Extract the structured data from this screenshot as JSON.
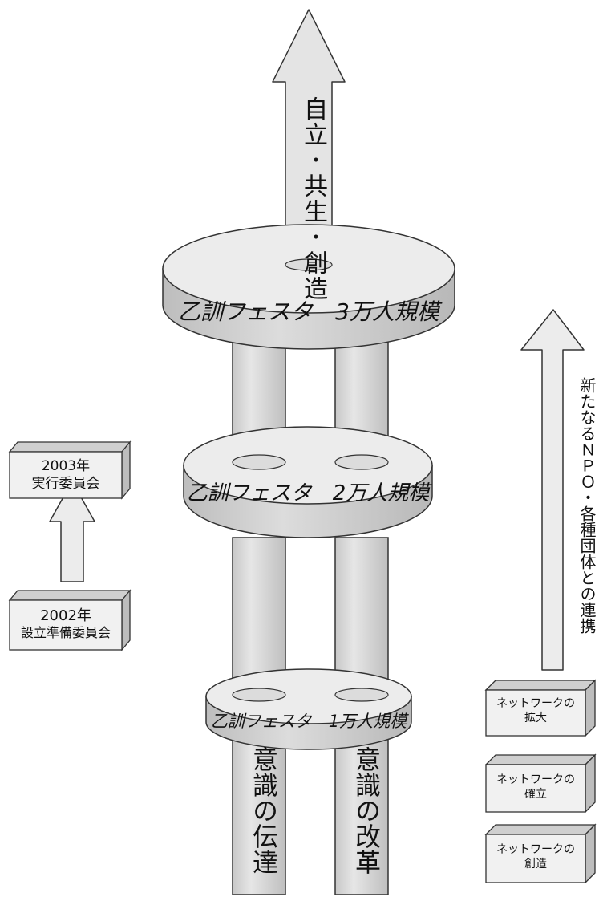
{
  "diagram": {
    "top_arrow_label": "自立･共生･創造",
    "tiers": [
      {
        "label": "乙訓フェスタ　3万人規模"
      },
      {
        "label": "乙訓フェスタ　2万人規模"
      },
      {
        "label": "乙訓フェスタ　1万人規模"
      }
    ],
    "pillars": [
      {
        "label": "意識の伝達"
      },
      {
        "label": "意識の改革"
      }
    ],
    "left_boxes": [
      {
        "line1": "2003年",
        "line2": "実行委員会"
      },
      {
        "line1": "2002年",
        "line2": "設立準備委員会"
      }
    ],
    "right_boxes": [
      {
        "line1": "ネットワークの",
        "line2": "拡大"
      },
      {
        "line1": "ネットワークの",
        "line2": "確立"
      },
      {
        "line1": "ネットワークの",
        "line2": "創造"
      }
    ],
    "right_arrow_label": "新たなるＮＰＯ・各種団体との連携"
  },
  "colors": {
    "fill": "#d9d9d9",
    "face": "#ececec",
    "stroke": "#333333",
    "box_top": "#cfcfcf",
    "box_side": "#bdbdbd"
  }
}
